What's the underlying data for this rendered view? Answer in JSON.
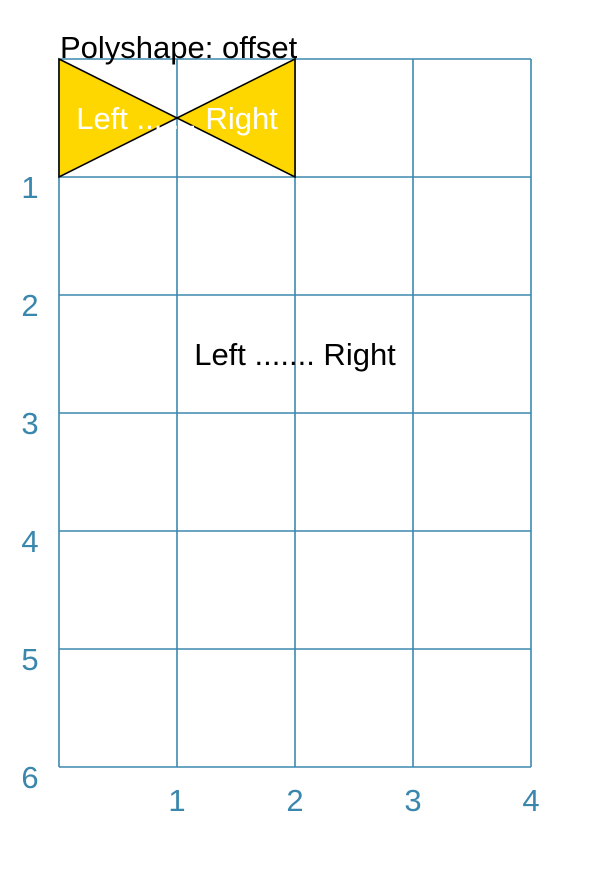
{
  "title": "Polyshape: offset",
  "grid": {
    "x_max": 4,
    "y_max": 6,
    "x_tick_labels": [
      "1",
      "2",
      "3",
      "4"
    ],
    "y_tick_labels": [
      "1",
      "2",
      "3",
      "4",
      "5",
      "6"
    ],
    "line_color": "#3a87ad"
  },
  "shape": {
    "fill": "#ffd700",
    "stroke": "#000000",
    "points": [
      [
        0,
        0
      ],
      [
        2,
        1
      ],
      [
        2,
        0
      ],
      [
        0,
        1
      ]
    ],
    "label": "Left ....... Right"
  },
  "text_item": {
    "text": "Left ....... Right",
    "x": 2,
    "y": 2.5
  }
}
